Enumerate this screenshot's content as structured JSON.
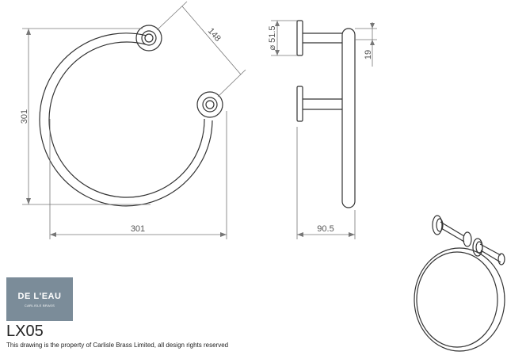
{
  "logo": {
    "brand": "DE L'EAU",
    "sub": "CARLISLE BRASS",
    "bg_color": "#7b8c99"
  },
  "product": {
    "code": "LX05"
  },
  "footer": {
    "copyright": "This drawing is the property of Carlisle Brass Limited, all design rights reserved"
  },
  "dimensions": {
    "front_height": "301",
    "front_width": "301",
    "front_diagonal": "148",
    "side_diameter": "⌀ 51.5",
    "side_bar": "19",
    "side_depth": "90.5"
  }
}
